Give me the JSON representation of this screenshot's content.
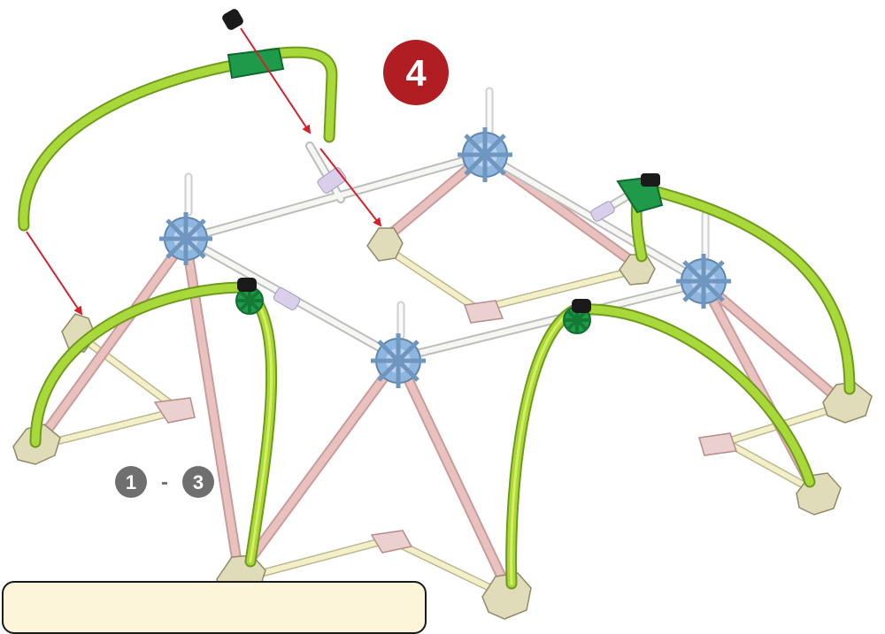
{
  "step": {
    "number": "4",
    "badge_color": "#b01e23",
    "text_color": "#ffffff"
  },
  "previous_steps": {
    "from": "1",
    "separator": "-",
    "to": "3",
    "badge_color": "#6f6f6f"
  },
  "parts": {
    "flex_rod_color": "#a8d83a",
    "rod_connector_color": "#1f9a4a",
    "hub_connector_color": "#9ec3e8",
    "white_rod_color": "#f2f2ee",
    "pink_rod_color": "#e9c2c0",
    "yellow_rod_color": "#f3efc8",
    "end_cap_color": "#1a1a1a",
    "base_connector_color": "#e0dbb8"
  },
  "arrows": {
    "color": "#d4202a",
    "count": 3
  },
  "note_box": {
    "fill": "#fdf5d9",
    "border": "#1a1a1a"
  }
}
